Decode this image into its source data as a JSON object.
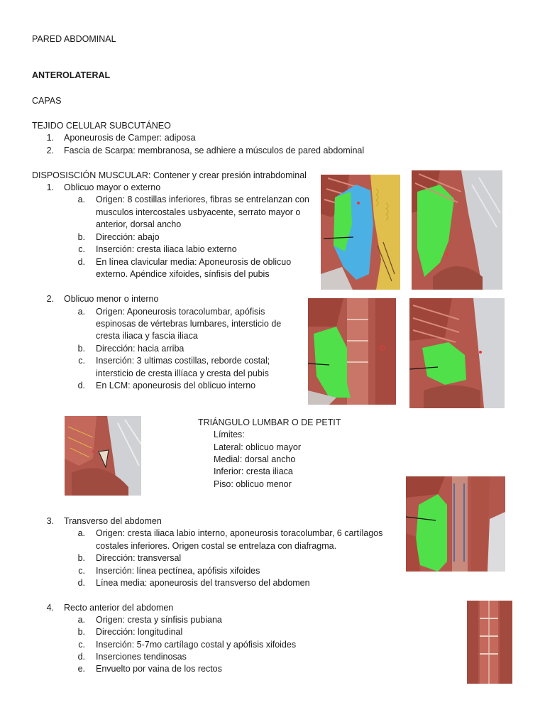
{
  "title": "PARED ABDOMINAL",
  "section": "ANTEROLATERAL",
  "capas": "CAPAS",
  "subcutaneo": {
    "heading": "TEJIDO CELULAR SUBCUTÁNEO",
    "items": [
      {
        "n": "1.",
        "text": "Aponeurosis de Camper: adiposa"
      },
      {
        "n": "2.",
        "text": "Fascia de Scarpa: membranosa, se adhiere a músculos de pared abdominal"
      }
    ]
  },
  "muscular": {
    "heading": "DISPOSISCIÓN MUSCULAR: Contener y crear presión intrabdominal",
    "m1": {
      "n": "1.",
      "name": "Oblicuo mayor o externo",
      "a": {
        "l": "a.",
        "lines": [
          "Origen: 8 costillas inferiores, fibras se entrelanzan con",
          "musculos intercostales usbyacente, serrato mayor o",
          "anterior, dorsal ancho"
        ]
      },
      "b": {
        "l": "b.",
        "text": "Dirección: abajo"
      },
      "c": {
        "l": "c.",
        "text": "Inserción: cresta iliaca labio externo"
      },
      "d": {
        "l": "d.",
        "lines": [
          "En línea clavicular media: Aponeurosis de oblicuo",
          "externo. Apéndice xifoides, sínfisis del pubis"
        ]
      }
    },
    "m2": {
      "n": "2.",
      "name": "Oblicuo menor o interno",
      "a": {
        "l": "a.",
        "lines": [
          "Origen: Aponeurosis toracolumbar, apófisis",
          "espinosas de vértebras lumbares, intersticio de",
          "cresta iliaca y fascia iliaca"
        ]
      },
      "b": {
        "l": "b.",
        "text": "Dirección: hacia arriba"
      },
      "c": {
        "l": "c.",
        "lines": [
          "Inserción: 3 ultimas costillas, reborde costal;",
          "intersticio de cresta illíaca y cresta del pubis"
        ]
      },
      "d": {
        "l": "d.",
        "text": "En LCM: aponeurosis del oblicuo interno"
      }
    },
    "petit": {
      "heading": "TRIÁNGULO LUMBAR O DE PETIT",
      "lines": [
        "Límites:",
        "Lateral: oblicuo mayor",
        "Medial: dorsal ancho",
        "Inferior: cresta iliaca",
        "Piso: oblicuo menor"
      ]
    },
    "m3": {
      "n": "3.",
      "name": "Transverso del abdomen",
      "a": {
        "l": "a.",
        "lines": [
          "Origen: cresta iliaca labio interno, aponeurosis toracolumbar, 6 cartílagos",
          "costales inferiores. Origen costal se entrelaza con diafragma."
        ]
      },
      "b": {
        "l": "b.",
        "text": "Dirección: transversal"
      },
      "c": {
        "l": "c.",
        "text": "Inserción: línea pectínea, apófisis xifoides"
      },
      "d": {
        "l": "d.",
        "text": "Línea media: aponeurosis del transverso del abdomen"
      }
    },
    "m4": {
      "n": "4.",
      "name": "Recto anterior del abdomen",
      "a": {
        "l": "a.",
        "text": "Origen: cresta y sínfisis pubiana"
      },
      "b": {
        "l": "b.",
        "text": "Dirección: longitudinal"
      },
      "c": {
        "l": "c.",
        "text": "Inserción: 5-7mo cartílago costal y apófisis xifoides"
      },
      "d": {
        "l": "d.",
        "text": "Inserciones tendinosas"
      },
      "e": {
        "l": "e.",
        "text": "Envuelto por vaina de los rectos"
      }
    }
  },
  "colors": {
    "muscle": "#b5524a",
    "highlight_green": "#4fe04a",
    "highlight_blue": "#4ab4e6",
    "fat": "#e3c24a",
    "fascia": "#cfd2d6"
  }
}
